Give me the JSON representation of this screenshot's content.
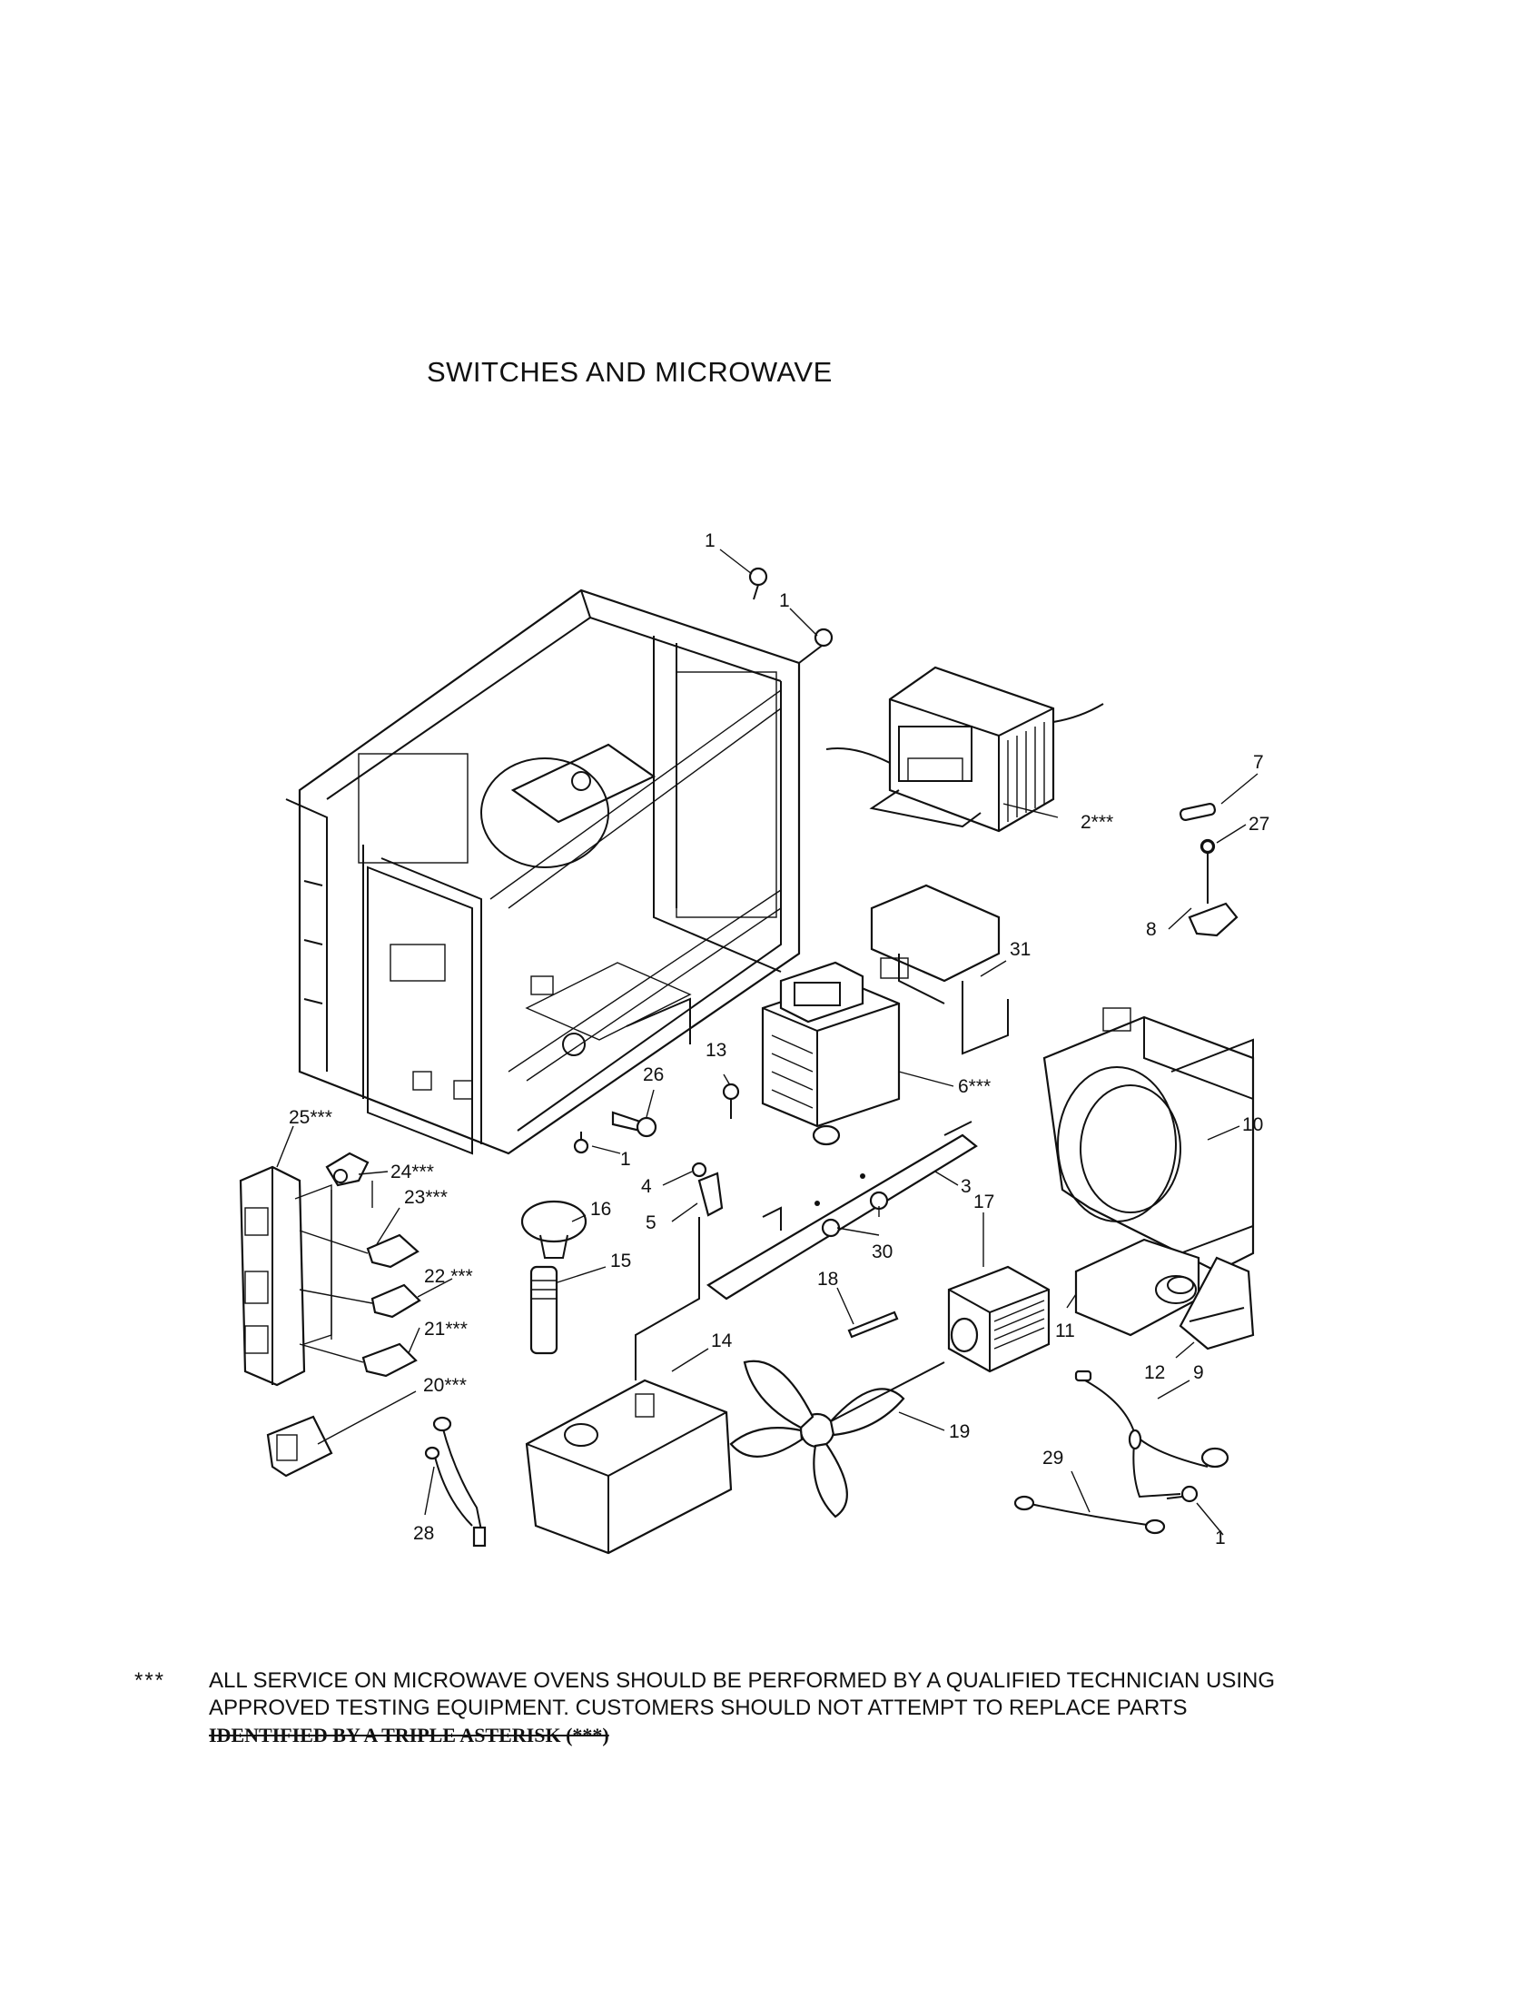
{
  "title": "SWITCHES AND MICROWAVE",
  "callouts": [
    "1",
    "1",
    "2***",
    "7",
    "27",
    "8",
    "31",
    "6***",
    "13",
    "26",
    "1",
    "25***",
    "24***",
    "23***",
    "22 ***",
    "21***",
    "20***",
    "10",
    "3",
    "4",
    "5",
    "16",
    "15",
    "30",
    "17",
    "18",
    "14",
    "11",
    "12",
    "9",
    "19",
    "29",
    "1",
    "28"
  ],
  "notice": {
    "marker": "***",
    "line1": "ALL SERVICE ON MICROWAVE OVENS SHOULD BE PERFORMED BY A  QUALIFIED TECHNICIAN USING",
    "line2": "APPROVED TESTING EQUIPMENT.  CUSTOMERS SHOULD NOT ATTEMPT TO REPLACE PARTS",
    "line3": "IDENTIFIED BY A TRIPLE ASTERISK (***)"
  }
}
